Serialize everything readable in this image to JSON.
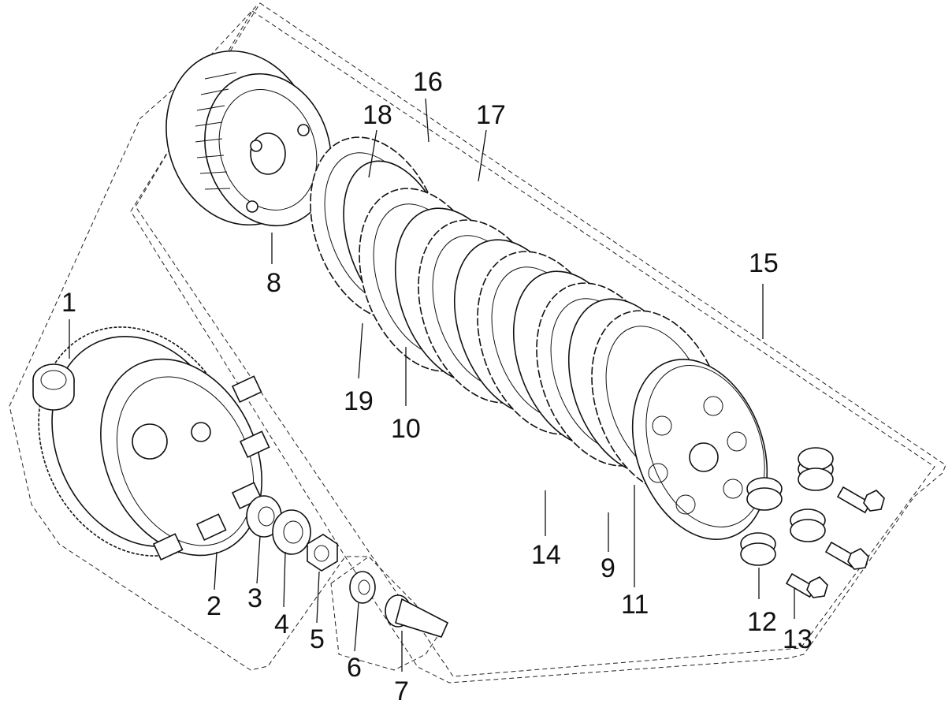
{
  "diagram": {
    "part_labels": [
      "1",
      "2",
      "3",
      "4",
      "5",
      "6",
      "7",
      "8",
      "9",
      "10",
      "11",
      "12",
      "13",
      "14",
      "15",
      "16",
      "17",
      "18",
      "19"
    ]
  }
}
